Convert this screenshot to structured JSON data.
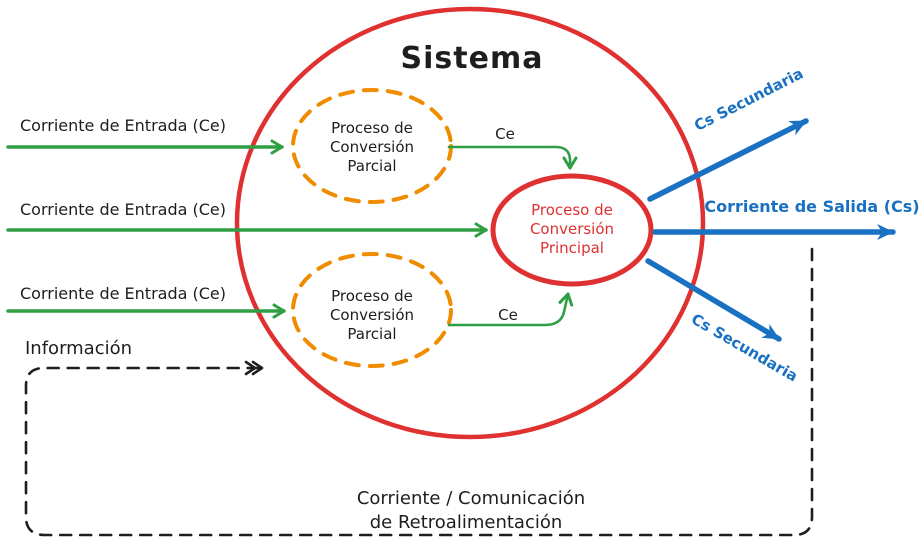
{
  "diagram": {
    "title": "Sistema",
    "colors": {
      "red": "#e03131",
      "orange": "#f08c00",
      "green": "#2f9e44",
      "blue": "#1971c2",
      "ink": "#1e1e1e",
      "background": "#ffffff"
    },
    "inputs": {
      "top": "Corriente de Entrada (Ce)",
      "middle": "Corriente de Entrada (Ce)",
      "bottom": "Corriente de Entrada (Ce)"
    },
    "processes": {
      "partial_top": {
        "lines": [
          "Proceso de",
          "Conversión",
          "Parcial"
        ]
      },
      "partial_bottom": {
        "lines": [
          "Proceso de",
          "Conversión",
          "Parcial"
        ]
      },
      "main": {
        "lines": [
          "Proceso de",
          "Conversión",
          "Principal"
        ]
      }
    },
    "internal_flows": {
      "top": "Ce",
      "bottom": "Ce"
    },
    "outputs": {
      "secondary_top": "Cs Secundaria",
      "main": "Corriente de Salida (Cs)",
      "secondary_bottom": "Cs Secundaria"
    },
    "feedback": {
      "information": "Información",
      "loop_lines": [
        "Corriente / Comunicación",
        "de Retroalimentación"
      ]
    }
  }
}
